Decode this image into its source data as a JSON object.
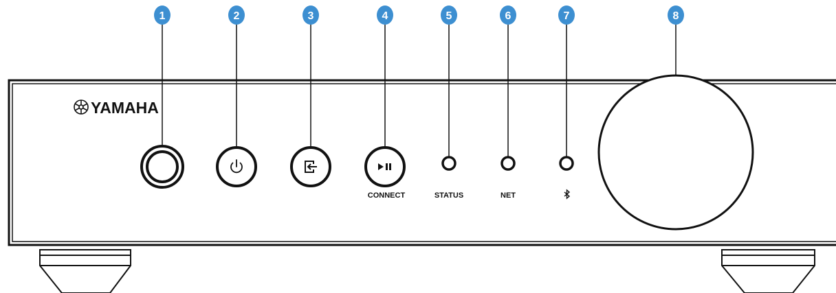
{
  "brand": {
    "logo_text": "YAMAHA"
  },
  "callouts": [
    "1",
    "2",
    "3",
    "4",
    "5",
    "6",
    "7",
    "8"
  ],
  "labels": {
    "connect": "CONNECT",
    "status": "STATUS",
    "net": "NET"
  },
  "colors": {
    "callout_blue": "#3d8fd1",
    "outline": "#111111",
    "background": "#ffffff"
  },
  "icons": {
    "headphone_jack": "ring-icon",
    "power": "power-icon",
    "input": "input-icon",
    "play_pause": "play-pause-icon",
    "bluetooth": "bluetooth-icon"
  }
}
